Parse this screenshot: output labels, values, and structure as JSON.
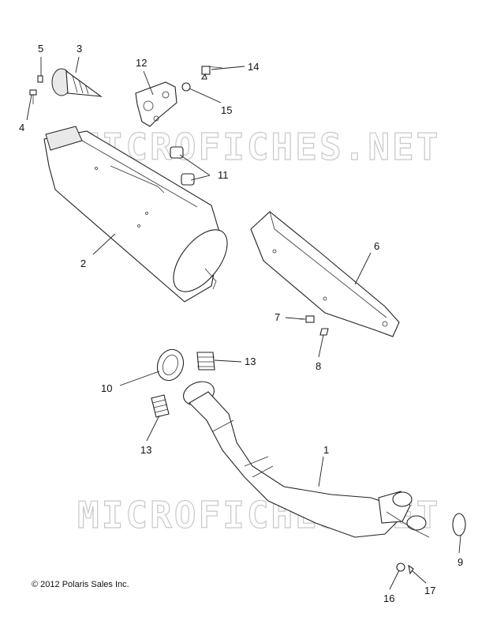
{
  "watermark": "MICROFICHES.NET",
  "copyright": "© 2012 Polaris Sales Inc.",
  "callouts": [
    {
      "id": "c1",
      "label": "1"
    },
    {
      "id": "c2",
      "label": "2"
    },
    {
      "id": "c3",
      "label": "3"
    },
    {
      "id": "c4",
      "label": "4"
    },
    {
      "id": "c5",
      "label": "5"
    },
    {
      "id": "c6",
      "label": "6"
    },
    {
      "id": "c7",
      "label": "7"
    },
    {
      "id": "c8",
      "label": "8"
    },
    {
      "id": "c9",
      "label": "9"
    },
    {
      "id": "c10",
      "label": "10"
    },
    {
      "id": "c11",
      "label": "11"
    },
    {
      "id": "c12",
      "label": "12"
    },
    {
      "id": "c13a",
      "label": "13"
    },
    {
      "id": "c13b",
      "label": "13"
    },
    {
      "id": "c14",
      "label": "14"
    },
    {
      "id": "c15",
      "label": "15"
    },
    {
      "id": "c16",
      "label": "16"
    },
    {
      "id": "c17",
      "label": "17"
    }
  ]
}
